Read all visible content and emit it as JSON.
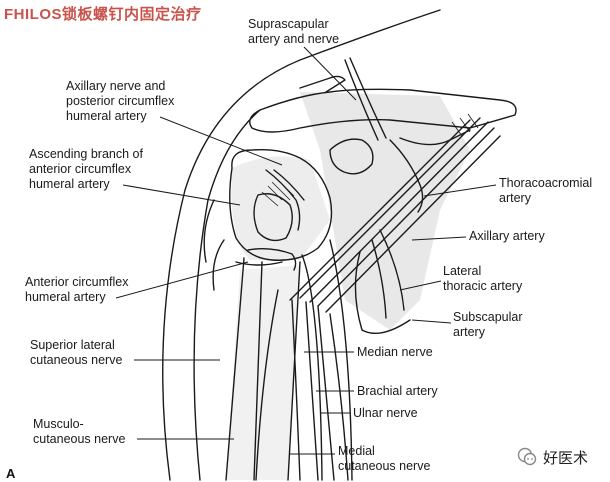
{
  "watermark": "FHILOS锁板螺钉内固定治疗",
  "figure_letter": "A",
  "labels": {
    "suprascapular": [
      "Suprascapular",
      "artery and nerve"
    ],
    "axillary_nerve": [
      "Axillary nerve and",
      "posterior circumflex",
      "humeral artery"
    ],
    "ascending_branch": [
      "Ascending branch of",
      "anterior circumflex",
      "humeral artery"
    ],
    "anterior_circumflex": [
      "Anterior circumflex",
      "humeral artery"
    ],
    "superior_lateral": [
      "Superior lateral",
      "cutaneous nerve"
    ],
    "musculocutaneous": [
      "Musculo-",
      "cutaneous nerve"
    ],
    "thoracoacromial": [
      "Thoracoacromial",
      "artery"
    ],
    "axillary_artery": [
      "Axillary artery"
    ],
    "lateral_thoracic": [
      "Lateral",
      "thoracic artery"
    ],
    "subscapular": [
      "Subscapular",
      "artery"
    ],
    "median_nerve": [
      "Median nerve"
    ],
    "brachial_artery": [
      "Brachial artery"
    ],
    "ulnar_nerve": [
      "Ulnar nerve"
    ],
    "medial_cutaneous": [
      "Medial",
      "cutaneous nerve"
    ]
  },
  "wechat_account": "好医术",
  "colors": {
    "ink": "#1a1a1a",
    "shade": "#cfcfcf",
    "watermark": "#c9534a"
  }
}
